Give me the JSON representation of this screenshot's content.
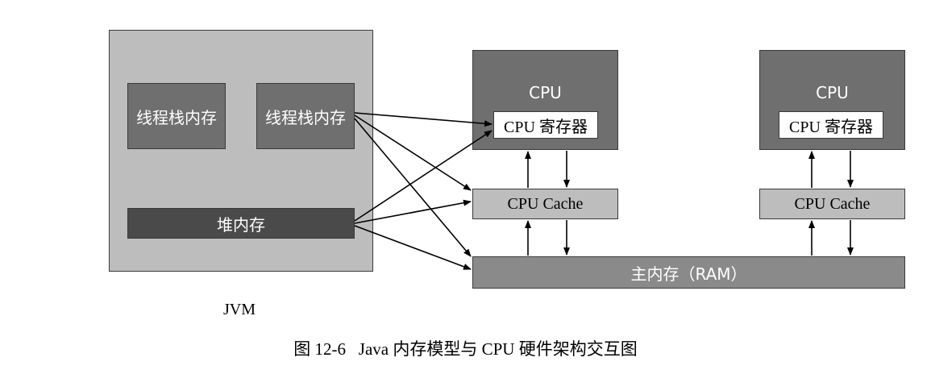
{
  "header_fragment": "",
  "jvm": {
    "label": "JVM",
    "thread_stack_1": "线程栈内存",
    "thread_stack_2": "线程栈内存",
    "heap": "堆内存"
  },
  "cpu_left": {
    "title": "CPU",
    "register": "CPU 寄存器",
    "cache": "CPU Cache"
  },
  "cpu_right": {
    "title": "CPU",
    "register": "CPU 寄存器",
    "cache": "CPU Cache"
  },
  "ram": {
    "label": "主内存（RAM）"
  },
  "caption": "图 12-6   Java 内存模型与 CPU 硬件架构交互图",
  "colors": {
    "jvm_bg": "#bdbdbd",
    "stack_bg": "#6f6f6f",
    "heap_bg": "#4a4a4a",
    "cpu_bg": "#6f6f6f",
    "cache_bg": "#bdbdbd",
    "ram_bg": "#8a8a8a"
  }
}
